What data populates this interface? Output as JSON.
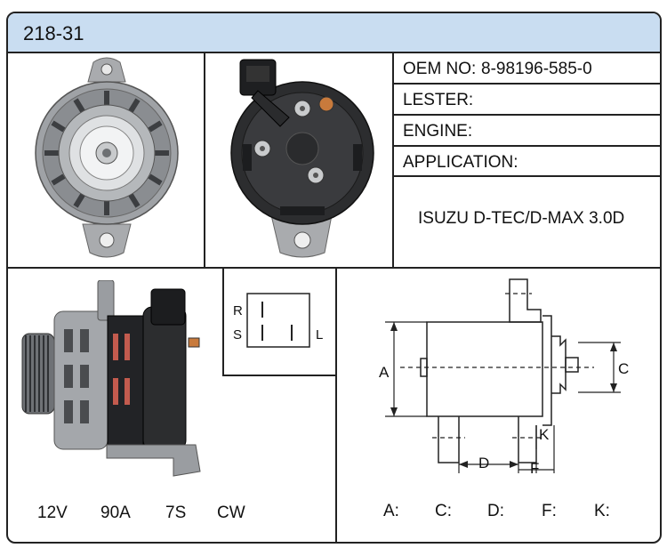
{
  "header": {
    "title": "218-31"
  },
  "info": {
    "oem_label": "OEM NO:",
    "oem_value": "8-98196-585-0",
    "lester_label": "LESTER:",
    "engine_label": "ENGINE:",
    "application_label": "APPLICATION:",
    "application_value": "ISUZU D-TEC/D-MAX 3.0D"
  },
  "specs": {
    "voltage": "12V",
    "amperage": "90A",
    "grooves": "7S",
    "rotation": "CW"
  },
  "plug": {
    "r": "R",
    "s": "S",
    "l": "L"
  },
  "dimensions": {
    "a_label": "A",
    "c_label": "C",
    "d_label": "D",
    "f_label": "F",
    "k_label": "K",
    "a_field": "A:",
    "c_field": "C:",
    "d_field": "D:",
    "f_field": "F:",
    "k_field": "K:"
  },
  "icons": {
    "front": "alternator-front-view-icon",
    "rear": "alternator-rear-view-icon",
    "side": "alternator-side-view-icon"
  }
}
